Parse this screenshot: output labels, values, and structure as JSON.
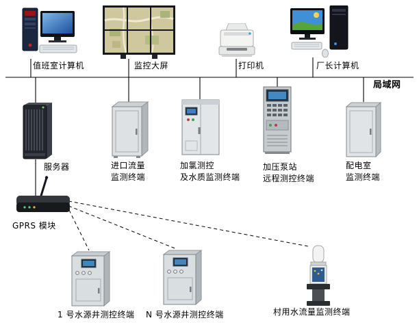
{
  "diagram": {
    "lan": {
      "label": "局域网"
    },
    "top_row": [
      {
        "id": "duty-computer",
        "label": "值班室计算机"
      },
      {
        "id": "video-wall",
        "label": "监控大屏"
      },
      {
        "id": "printer",
        "label": "打印机"
      },
      {
        "id": "director-computer",
        "label": "厂长计算机"
      }
    ],
    "middle_row": [
      {
        "id": "server",
        "label": "服务器"
      },
      {
        "id": "inlet-flow-terminal",
        "label": "进口流量\n监测终端"
      },
      {
        "id": "chlorine-quality-terminal",
        "label": "加氯测控\n及水质监测终端"
      },
      {
        "id": "pump-station-terminal",
        "label": "加压泵站\n远程测控终端"
      },
      {
        "id": "power-room-terminal",
        "label": "配电室\n监测终端"
      }
    ],
    "gprs": {
      "label": "GPRS 模块"
    },
    "bottom_row": [
      {
        "id": "well-1-terminal",
        "label": "1 号水源井测控终端"
      },
      {
        "id": "well-n-terminal",
        "label": "N 号水源井测控终端"
      },
      {
        "id": "village-flow-terminal",
        "label": "村用水流量监测终端"
      }
    ]
  }
}
